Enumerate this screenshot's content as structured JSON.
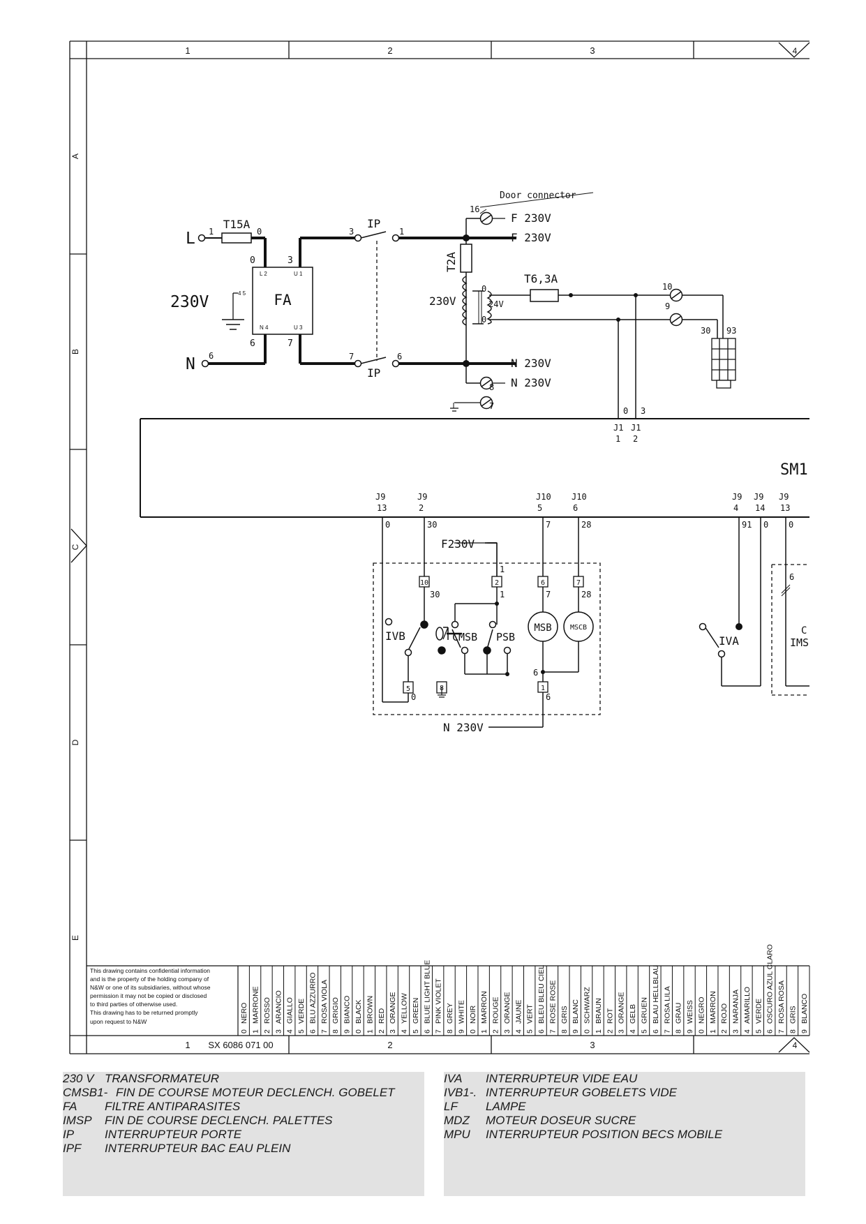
{
  "frame": {
    "columns": [
      "1",
      "2",
      "3",
      "4"
    ],
    "rows": [
      "A",
      "B",
      "C",
      "D",
      "E"
    ],
    "drawing_number": "SX 6086 071 00",
    "bottom_first_col": "1"
  },
  "confidential_note": [
    "This drawing contains confidential information",
    "and is the property of the holding company of",
    "N&W or one of its subsidiaries, without whose",
    "permission it may not be copied or disclosed",
    "to third parties of otherwise used.",
    "This drawing has to be returned promptly",
    "upon request to N&W"
  ],
  "color_codes": [
    {
      "n": "0",
      "label": "NERO"
    },
    {
      "n": "1",
      "label": "MARRONE"
    },
    {
      "n": "2",
      "label": "ROSSO"
    },
    {
      "n": "3",
      "label": "ARANCIO"
    },
    {
      "n": "4",
      "label": "GIALLO"
    },
    {
      "n": "5",
      "label": "VERDE"
    },
    {
      "n": "6",
      "label": "BLU AZZURRO"
    },
    {
      "n": "7",
      "label": "ROSA VIOLA"
    },
    {
      "n": "8",
      "label": "GRIGIO"
    },
    {
      "n": "9",
      "label": "BIANCO"
    },
    {
      "n": "0",
      "label": "BLACK"
    },
    {
      "n": "1",
      "label": "BROWN"
    },
    {
      "n": "2",
      "label": "RED"
    },
    {
      "n": "3",
      "label": "ORANGE"
    },
    {
      "n": "4",
      "label": "YELLOW"
    },
    {
      "n": "5",
      "label": "GREEN"
    },
    {
      "n": "6",
      "label": "BLUE LIGHT BLUE"
    },
    {
      "n": "7",
      "label": "PINK VIOLET"
    },
    {
      "n": "8",
      "label": "GREY"
    },
    {
      "n": "9",
      "label": "WHITE"
    },
    {
      "n": "0",
      "label": "NOIR"
    },
    {
      "n": "1",
      "label": "MARRON"
    },
    {
      "n": "2",
      "label": "ROUGE"
    },
    {
      "n": "3",
      "label": "ORANGE"
    },
    {
      "n": "4",
      "label": "JAUNE"
    },
    {
      "n": "5",
      "label": "VERT"
    },
    {
      "n": "6",
      "label": "BLEU BLEU CIEL"
    },
    {
      "n": "7",
      "label": "ROSE ROSE"
    },
    {
      "n": "8",
      "label": "GRIS"
    },
    {
      "n": "9",
      "label": "BLANC"
    },
    {
      "n": "0",
      "label": "SCHWARZ"
    },
    {
      "n": "1",
      "label": "BRAUN"
    },
    {
      "n": "2",
      "label": "ROT"
    },
    {
      "n": "3",
      "label": "ORANGE"
    },
    {
      "n": "4",
      "label": "GELB"
    },
    {
      "n": "5",
      "label": "GRUEN"
    },
    {
      "n": "6",
      "label": "BLAU HELLBLAU"
    },
    {
      "n": "7",
      "label": "ROSA LILA"
    },
    {
      "n": "8",
      "label": "GRAU"
    },
    {
      "n": "9",
      "label": "WEISS"
    },
    {
      "n": "0",
      "label": "NEGRO"
    },
    {
      "n": "1",
      "label": "MARRON"
    },
    {
      "n": "2",
      "label": "ROJO"
    },
    {
      "n": "3",
      "label": "NARANJA"
    },
    {
      "n": "4",
      "label": "AMARILLO"
    },
    {
      "n": "5",
      "label": "VERDE"
    },
    {
      "n": "6",
      "label": "OSCURO AZUL CLARO"
    },
    {
      "n": "7",
      "label": "ROSA ROSA"
    },
    {
      "n": "8",
      "label": "GRIS"
    },
    {
      "n": "9",
      "label": "BLANCO"
    }
  ],
  "supply": {
    "L": "L",
    "N": "N",
    "voltage": "230V",
    "L_pin": "1",
    "N_pin": "6",
    "fuse_main": "T15A",
    "fuse_out": "0"
  },
  "filter": {
    "name": "FA",
    "L2": "L 2",
    "U1": "U 1",
    "N4": "N 4",
    "U3": "U 3",
    "earth": "4 5",
    "w_top_left": "0",
    "w_top_right": "3",
    "w_bot_left": "6",
    "w_bot_right": "7"
  },
  "door_switch": {
    "name": "IP",
    "p_in_top": "3",
    "p_out_top": "1",
    "p_in_bot": "7",
    "p_out_bot": "6"
  },
  "door_connector": {
    "title": "Door connector",
    "pin": "16",
    "label": "F 230V"
  },
  "transformer": {
    "fuse": "T2A",
    "primary": "230V",
    "secondary": "24V",
    "sec_top": "0",
    "sec_bot": "0",
    "fuse_sec": "T6,3A"
  },
  "lines": {
    "f_line": "F 230V",
    "n_line": "N 230V",
    "n_aux": "N 230V",
    "pin8": "8",
    "pin7": "7"
  },
  "connector_24v": {
    "pin10": "10",
    "pin9": "9",
    "c30": "30",
    "c93": "93"
  },
  "j1": {
    "w0": "0",
    "w3": "3",
    "a": "J1",
    "a_pin": "1",
    "b": "J1",
    "b_pin": "2"
  },
  "board": {
    "name": "SM1"
  },
  "board_conn": [
    {
      "c": "J9",
      "p": "13",
      "w": "0"
    },
    {
      "c": "J9",
      "p": "2",
      "w": "30"
    },
    {
      "c": "J10",
      "p": "5",
      "w": "7"
    },
    {
      "c": "J10",
      "p": "6",
      "w": "28"
    },
    {
      "c": "J9",
      "p": "4",
      "w": "91"
    },
    {
      "c": "J9",
      "p": "14",
      "w": "0"
    },
    {
      "c": "J9",
      "p": "13",
      "w": "0"
    }
  ],
  "cup_group": {
    "f230": "F230V",
    "n230": "N 230V",
    "pin10": "10",
    "w30": "30",
    "pin2": "2",
    "w1a": "1",
    "w1b": "1",
    "pin6": "6",
    "w7": "7",
    "pin7": "7",
    "w28": "28",
    "ivb": "IVB",
    "cmsb": "CMSB",
    "psb": "PSB",
    "msb": "MSB",
    "mscb": "MSCB",
    "pin5": "5",
    "w0": "0",
    "pin8": "8",
    "w6a": "6",
    "pin1": "1",
    "w6b": "6"
  },
  "right_group": {
    "iva": "IVA",
    "ims": "IMS",
    "w6": "6",
    "c": "C"
  },
  "legend_left": [
    {
      "code": "230 V",
      "text": "TRANSFORMATEUR"
    },
    {
      "code": "CMSB1-",
      "text": "FIN DE COURSE MOTEUR DECLENCH. GOBELET"
    },
    {
      "code": "FA",
      "text": "FILTRE ANTIPARASITES"
    },
    {
      "code": "IMSP",
      "text": "FIN DE COURSE DECLENCH. PALETTES"
    },
    {
      "code": "IP",
      "text": "INTERRUPTEUR PORTE"
    },
    {
      "code": "IPF",
      "text": "INTERRUPTEUR BAC EAU PLEIN"
    }
  ],
  "legend_right": [
    {
      "code": "IVA",
      "text": "INTERRUPTEUR  VIDE EAU"
    },
    {
      "code": "IVB1-.",
      "text": "INTERRUPTEUR GOBELETS VIDE"
    },
    {
      "code": "LF",
      "text": "LAMPE"
    },
    {
      "code": "MDZ",
      "text": "MOTEUR DOSEUR SUCRE"
    },
    {
      "code": "MPU",
      "text": "INTERRUPTEUR POSITION BECS MOBILE"
    }
  ]
}
